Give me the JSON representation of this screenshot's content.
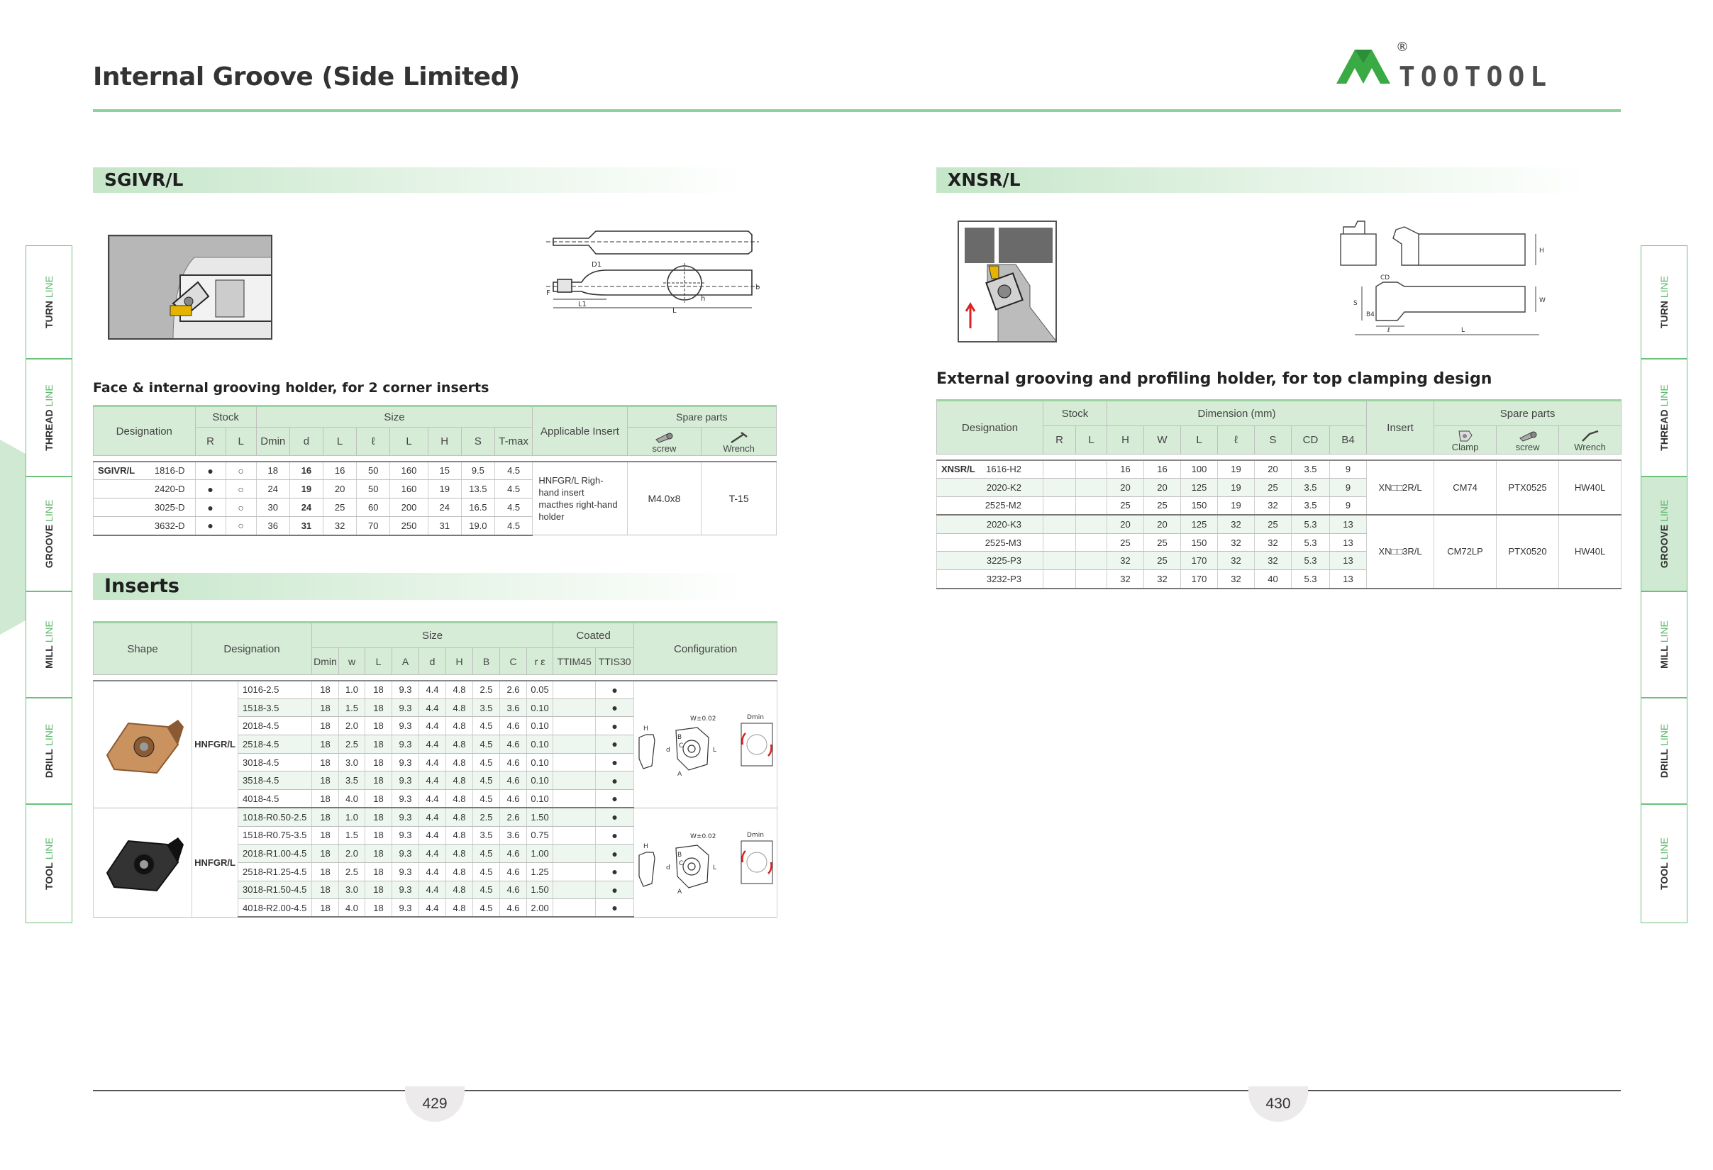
{
  "title": "Internal Groove (Side Limited)",
  "logo": {
    "brand": "TOOTOOL",
    "registered": "®"
  },
  "left_tabs": [
    {
      "bold": "TURN",
      "light": "LINE"
    },
    {
      "bold": "THREAD",
      "light": "LINE"
    },
    {
      "bold": "GROOVE",
      "light": "LINE"
    },
    {
      "bold": "MILL",
      "light": "LINE"
    },
    {
      "bold": "DRILL",
      "light": "LINE"
    },
    {
      "bold": "TOOL",
      "light": "LINE"
    }
  ],
  "sgivr": {
    "heading": "SGIVR/L",
    "subtitle": "Face & internal grooving holder, for 2 corner inserts",
    "diagram_labels": {
      "L1": "L1",
      "F": "F",
      "D1": "D1",
      "h": "h",
      "b": "b",
      "L": "L"
    },
    "headers": {
      "designation": "Designation",
      "stock": "Stock",
      "r": "R",
      "l": "L",
      "size": "Size",
      "applicable": "Applicable Insert",
      "spare": "Spare parts",
      "screw": "screw",
      "wrench": "Wrench"
    },
    "size_cols": [
      "Dmin",
      "d",
      "L",
      "ℓ",
      "L",
      "H",
      "S",
      "T-max"
    ],
    "rows": [
      {
        "prefix": "SGIVR/L",
        "code": "1816-D",
        "r": "●",
        "l": "○",
        "v": [
          "18",
          "16",
          "16",
          "50",
          "160",
          "15",
          "9.5",
          "4.5"
        ]
      },
      {
        "prefix": "",
        "code": "2420-D",
        "r": "●",
        "l": "○",
        "v": [
          "24",
          "19",
          "20",
          "50",
          "160",
          "19",
          "13.5",
          "4.5"
        ]
      },
      {
        "prefix": "",
        "code": "3025-D",
        "r": "●",
        "l": "○",
        "v": [
          "30",
          "24",
          "25",
          "60",
          "200",
          "24",
          "16.5",
          "4.5"
        ]
      },
      {
        "prefix": "",
        "code": "3632-D",
        "r": "●",
        "l": "○",
        "v": [
          "36",
          "31",
          "32",
          "70",
          "250",
          "31",
          "19.0",
          "4.5"
        ]
      }
    ],
    "insert_text": "HNFGR/L Righ-hand insert macthes right-hand holder",
    "screw": "M4.0x8",
    "wrench": "T-15"
  },
  "inserts": {
    "heading": "Inserts",
    "headers": {
      "shape": "Shape",
      "designation": "Designation",
      "size": "Size",
      "coated": "Coated",
      "config": "Configuration"
    },
    "size_cols": [
      "Dmin",
      "w",
      "L",
      "A",
      "d",
      "H",
      "B",
      "C",
      "r ε"
    ],
    "coated_cols": [
      "TTIM45",
      "TTIS30"
    ],
    "groups": [
      {
        "family": "HNFGR/L",
        "rows": [
          {
            "code": "1016-2.5",
            "v": [
              "18",
              "1.0",
              "18",
              "9.3",
              "4.4",
              "4.8",
              "2.5",
              "2.6",
              "0.05"
            ],
            "c1": "",
            "c2": "●"
          },
          {
            "code": "1518-3.5",
            "v": [
              "18",
              "1.5",
              "18",
              "9.3",
              "4.4",
              "4.8",
              "3.5",
              "3.6",
              "0.10"
            ],
            "c1": "",
            "c2": "●"
          },
          {
            "code": "2018-4.5",
            "v": [
              "18",
              "2.0",
              "18",
              "9.3",
              "4.4",
              "4.8",
              "4.5",
              "4.6",
              "0.10"
            ],
            "c1": "",
            "c2": "●"
          },
          {
            "code": "2518-4.5",
            "v": [
              "18",
              "2.5",
              "18",
              "9.3",
              "4.4",
              "4.8",
              "4.5",
              "4.6",
              "0.10"
            ],
            "c1": "",
            "c2": "●"
          },
          {
            "code": "3018-4.5",
            "v": [
              "18",
              "3.0",
              "18",
              "9.3",
              "4.4",
              "4.8",
              "4.5",
              "4.6",
              "0.10"
            ],
            "c1": "",
            "c2": "●"
          },
          {
            "code": "3518-4.5",
            "v": [
              "18",
              "3.5",
              "18",
              "9.3",
              "4.4",
              "4.8",
              "4.5",
              "4.6",
              "0.10"
            ],
            "c1": "",
            "c2": "●"
          },
          {
            "code": "4018-4.5",
            "v": [
              "18",
              "4.0",
              "18",
              "9.3",
              "4.4",
              "4.8",
              "4.5",
              "4.6",
              "0.10"
            ],
            "c1": "",
            "c2": "●"
          }
        ]
      },
      {
        "family": "HNFGR/L",
        "rows": [
          {
            "code": "1018-R0.50-2.5",
            "v": [
              "18",
              "1.0",
              "18",
              "9.3",
              "4.4",
              "4.8",
              "2.5",
              "2.6",
              "1.50"
            ],
            "c1": "",
            "c2": "●"
          },
          {
            "code": "1518-R0.75-3.5",
            "v": [
              "18",
              "1.5",
              "18",
              "9.3",
              "4.4",
              "4.8",
              "3.5",
              "3.6",
              "0.75"
            ],
            "c1": "",
            "c2": "●"
          },
          {
            "code": "2018-R1.00-4.5",
            "v": [
              "18",
              "2.0",
              "18",
              "9.3",
              "4.4",
              "4.8",
              "4.5",
              "4.6",
              "1.00"
            ],
            "c1": "",
            "c2": "●"
          },
          {
            "code": "2518-R1.25-4.5",
            "v": [
              "18",
              "2.5",
              "18",
              "9.3",
              "4.4",
              "4.8",
              "4.5",
              "4.6",
              "1.25"
            ],
            "c1": "",
            "c2": "●"
          },
          {
            "code": "3018-R1.50-4.5",
            "v": [
              "18",
              "3.0",
              "18",
              "9.3",
              "4.4",
              "4.8",
              "4.5",
              "4.6",
              "1.50"
            ],
            "c1": "",
            "c2": "●"
          },
          {
            "code": "4018-R2.00-4.5",
            "v": [
              "18",
              "4.0",
              "18",
              "9.3",
              "4.4",
              "4.8",
              "4.5",
              "4.6",
              "2.00"
            ],
            "c1": "",
            "c2": "●"
          }
        ]
      }
    ],
    "config_labels": {
      "w": "W±0.02",
      "dmin": "Dmin",
      "h": "H",
      "b": "B",
      "c": "C",
      "d": "d",
      "a": "A",
      "l": "L"
    }
  },
  "xnsr": {
    "heading": "XNSR/L",
    "subtitle": "External grooving and profiling holder, for top clamping design",
    "diagram_labels": {
      "h": "H",
      "w": "W",
      "s": "S",
      "b4": "B4",
      "cd": "CD",
      "l1": "ℓ",
      "l": "L"
    },
    "headers": {
      "designation": "Designation",
      "stock": "Stock",
      "r": "R",
      "l": "L",
      "dimension": "Dimension (mm)",
      "insert": "Insert",
      "spare": "Spare parts",
      "clamp": "Clamp",
      "screw": "screw",
      "wrench": "Wrench"
    },
    "dim_cols": [
      "H",
      "W",
      "L",
      "ℓ",
      "S",
      "CD",
      "B4"
    ],
    "rows": [
      {
        "prefix": "XNSR/L",
        "code": "1616-H2",
        "v": [
          "16",
          "16",
          "100",
          "19",
          "20",
          "3.5",
          "9"
        ]
      },
      {
        "prefix": "",
        "code": "2020-K2",
        "v": [
          "20",
          "20",
          "125",
          "19",
          "25",
          "3.5",
          "9"
        ]
      },
      {
        "prefix": "",
        "code": "2525-M2",
        "v": [
          "25",
          "25",
          "150",
          "19",
          "32",
          "3.5",
          "9"
        ]
      },
      {
        "prefix": "",
        "code": "2020-K3",
        "v": [
          "20",
          "20",
          "125",
          "32",
          "25",
          "5.3",
          "13"
        ]
      },
      {
        "prefix": "",
        "code": "2525-M3",
        "v": [
          "25",
          "25",
          "150",
          "32",
          "32",
          "5.3",
          "13"
        ]
      },
      {
        "prefix": "",
        "code": "3225-P3",
        "v": [
          "32",
          "25",
          "170",
          "32",
          "32",
          "5.3",
          "13"
        ]
      },
      {
        "prefix": "",
        "code": "3232-P3",
        "v": [
          "32",
          "32",
          "170",
          "32",
          "40",
          "5.3",
          "13"
        ]
      }
    ],
    "groups": [
      {
        "insert": "XN□□2R/L",
        "clamp": "CM74",
        "screw": "PTX0525",
        "wrench": "HW40L"
      },
      {
        "insert": "XN□□3R/L",
        "clamp": "CM72LP",
        "screw": "PTX0520",
        "wrench": "HW40L"
      }
    ]
  },
  "page_numbers": [
    "429",
    "430"
  ],
  "colors": {
    "accent": "#7cc985",
    "header_bg": "#d6ecd7",
    "logo_green": "#3aaa45"
  }
}
